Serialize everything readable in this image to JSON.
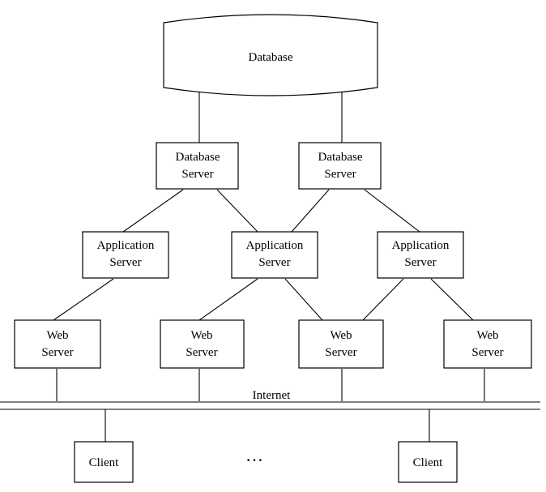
{
  "database": {
    "label": "Database"
  },
  "database_servers": [
    {
      "line1": "Database",
      "line2": "Server"
    },
    {
      "line1": "Database",
      "line2": "Server"
    }
  ],
  "application_servers": [
    {
      "line1": "Application",
      "line2": "Server"
    },
    {
      "line1": "Application",
      "line2": "Server"
    },
    {
      "line1": "Application",
      "line2": "Server"
    }
  ],
  "web_servers": [
    {
      "line1": "Web",
      "line2": "Server"
    },
    {
      "line1": "Web",
      "line2": "Server"
    },
    {
      "line1": "Web",
      "line2": "Server"
    },
    {
      "line1": "Web",
      "line2": "Server"
    }
  ],
  "network": {
    "label": "Internet"
  },
  "clients": [
    {
      "label": "Client"
    },
    {
      "label": "Client"
    }
  ],
  "ellipsis": "…"
}
